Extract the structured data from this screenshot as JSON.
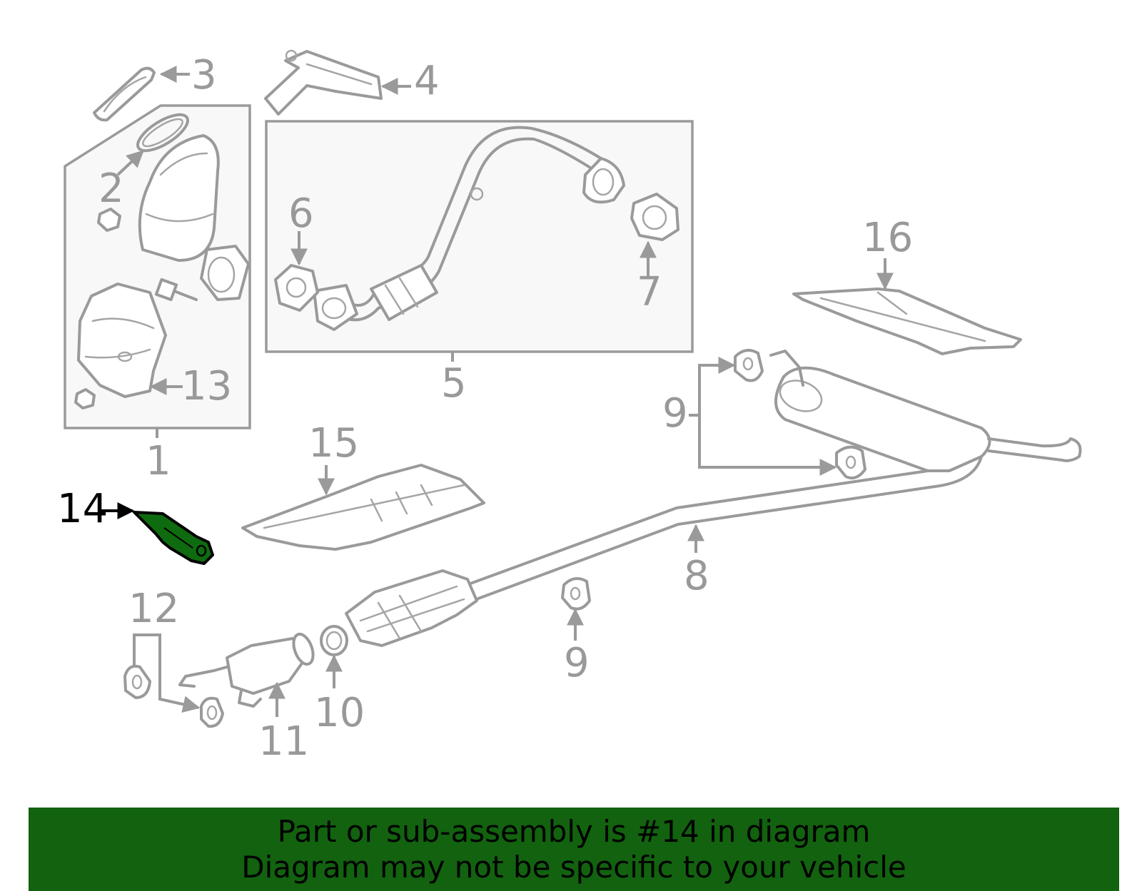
{
  "callouts": {
    "c1": "1",
    "c2": "2",
    "c3": "3",
    "c4": "4",
    "c5": "5",
    "c6": "6",
    "c7": "7",
    "c8": "8",
    "c9a": "9",
    "c9b": "9",
    "c10": "10",
    "c11": "11",
    "c12": "12",
    "c13": "13",
    "c14": "14",
    "c15": "15",
    "c16": "16"
  },
  "highlighted_part": "14",
  "colors": {
    "highlight": "#0f6b0f",
    "banner": "#12620f",
    "line": "#9a9a9a"
  },
  "banner": {
    "line1": "Part or sub-assembly is #14 in diagram",
    "line2": "Diagram may not be specific to your vehicle"
  }
}
